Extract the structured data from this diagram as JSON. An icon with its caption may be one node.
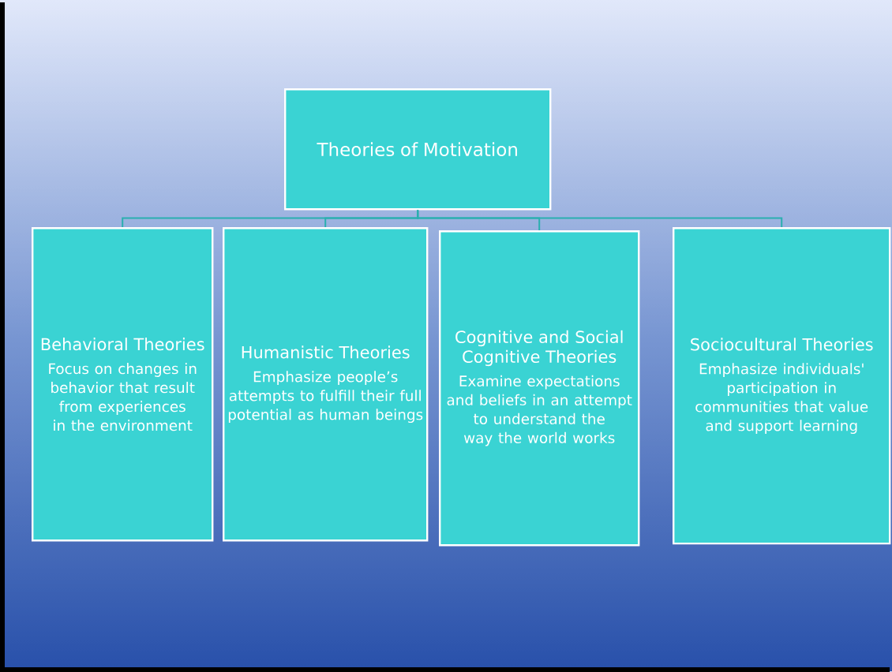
{
  "diagram": {
    "nodes": [
      {
        "text": [
          "Theories of Motivation"
        ]
      },
      {
        "text": [
          "Behavioral Theories",
          "Focus on changes in behavior that result from experiences in the environment"
        ]
      },
      {
        "text": [
          "Humanistic Theories",
          "Emphasize people’s attempts to fulfill their full potential as human beings"
        ]
      },
      {
        "text": [
          "Cognitive and Social Cognitive Theories",
          "Examine expectations and beliefs in an attempt to understand the way the world works"
        ]
      },
      {
        "text": [
          "Sociocultural Theories",
          "Emphasize individuals' participation in communities that value and support learning"
        ]
      }
    ],
    "edges": [
      {
        "from": 0,
        "to": 1,
        "arrow": "none"
      },
      {
        "from": 0,
        "to": 2,
        "arrow": "none"
      },
      {
        "from": 0,
        "to": 3,
        "arrow": "none"
      },
      {
        "from": 0,
        "to": 4,
        "arrow": "none"
      }
    ]
  }
}
